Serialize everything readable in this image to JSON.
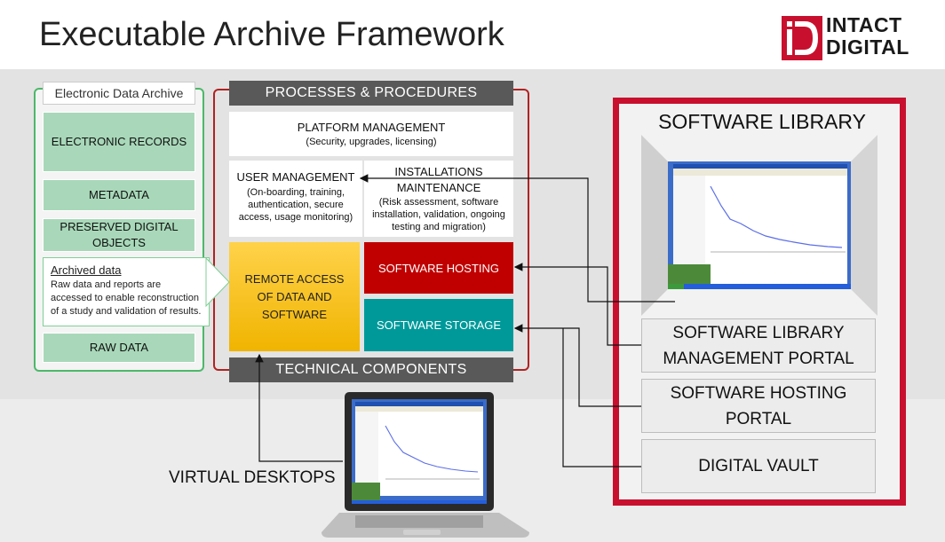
{
  "title": "Executable Archive Framework",
  "logo": {
    "line1": "INTACT",
    "line2": "DIGITAL",
    "mark": "iD-logo-icon"
  },
  "archive": {
    "heading": "Electronic Data Archive",
    "items": [
      "ELECTRONIC RECORDS",
      "METADATA",
      "PRESERVED DIGITAL OBJECTS",
      "RAW DATA"
    ],
    "callout": {
      "heading": "Archived data",
      "text": "Raw data and reports are accessed to enable reconstruction of a  study and validation of results."
    }
  },
  "processes": {
    "top_bar": "PROCESSES & PROCEDURES",
    "bottom_bar": "TECHNICAL COMPONENTS",
    "platform": {
      "title": "PLATFORM MANAGEMENT",
      "detail": "(Security, upgrades, licensing)"
    },
    "user": {
      "title": "USER MANAGEMENT",
      "detail": "(On-boarding, training, authentication, secure access, usage monitoring)"
    },
    "install": {
      "title": "INSTALLATIONS MAINTENANCE",
      "detail": "(Risk assessment, software installation, validation, ongoing testing and migration)"
    },
    "remote": "REMOTE ACCESS OF DATA AND SOFTWARE",
    "hosting": "SOFTWARE HOSTING",
    "storage": "SOFTWARE STORAGE"
  },
  "library": {
    "title": "SOFTWARE LIBRARY",
    "portals": [
      "SOFTWARE LIBRARY MANAGEMENT PORTAL",
      "SOFTWARE HOSTING PORTAL",
      "DIGITAL VAULT"
    ]
  },
  "virtual_desktops": "VIRTUAL DESKTOPS",
  "colors": {
    "accent_red": "#c8102e",
    "green": "#a8d8b9",
    "software_hosting": "#c00000",
    "software_storage": "#00999a",
    "remote_access": "#f0b400",
    "bar": "#595959"
  }
}
